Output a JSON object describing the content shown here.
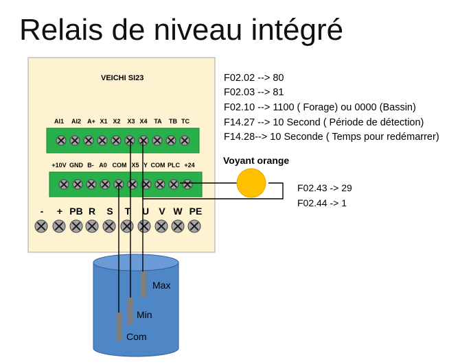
{
  "title": "Relais de niveau intégré",
  "device": {
    "model": "VEICHI SI23",
    "top_terminals": [
      "AI1",
      "AI2",
      "A+",
      "X1",
      "X2",
      "X3",
      "X4",
      "TA",
      "TB",
      "TC"
    ],
    "bottom_terminals": [
      "+10V",
      "GND",
      "B-",
      "A0",
      "COM",
      "X5",
      "Y",
      "COM",
      "PLC",
      "+24"
    ],
    "power_terminals": [
      "-",
      "+",
      "PB",
      "R",
      "S",
      "T",
      "U",
      "V",
      "W",
      "PE"
    ]
  },
  "parameters": [
    "F02.02 --> 80",
    "F02.03 --> 81",
    "F02.10 --> 1100 ( Forage) ou 0000 (Bassin)",
    "F14.27 --> 10 Second ( Période de détection)",
    "F14.28--> 10 Seconde ( Temps pour redémarrer)"
  ],
  "indicator": {
    "label": "Voyant orange",
    "color": "#ffc000",
    "parameters": [
      "F02.43 -> 29",
      "F02.44 -> 1"
    ]
  },
  "tank": {
    "color": "#4f86c6",
    "probes": [
      "Max",
      "Min",
      "Com"
    ]
  },
  "colors": {
    "panel": "#fdf3d0",
    "terminal_block": "#28b04a",
    "screw": "#a6a6a6",
    "probe": "#7f7f7f"
  }
}
